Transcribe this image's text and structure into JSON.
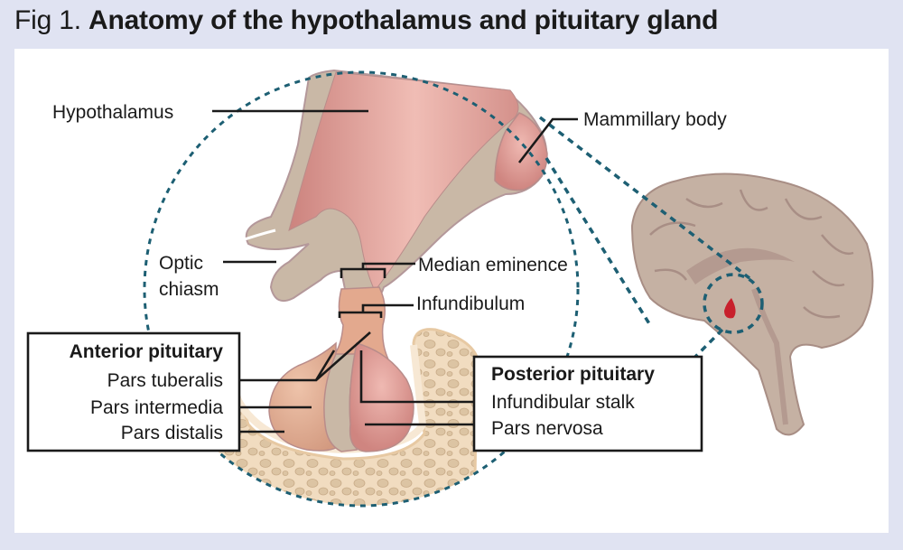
{
  "figure": {
    "number": "Fig 1.",
    "title": "Anatomy of the hypothalamus and pituitary gland"
  },
  "labels": {
    "hypothalamus": "Hypothalamus",
    "mammillary_body": "Mammillary body",
    "optic_chiasm_line1": "Optic",
    "optic_chiasm_line2": "chiasm",
    "median_eminence": "Median eminence",
    "infundibulum": "Infundibulum"
  },
  "anterior_pituitary": {
    "heading": "Anterior pituitary",
    "parts": [
      "Pars tuberalis",
      "Pars intermedia",
      "Pars distalis"
    ]
  },
  "posterior_pituitary": {
    "heading": "Posterior pituitary",
    "parts": [
      "Infundibular stalk",
      "Pars nervosa"
    ]
  },
  "colors": {
    "background": "#e0e3f2",
    "panel": "#ffffff",
    "tissue_pink": "#d98f88",
    "tissue_grey": "#c9b8a6",
    "bone": "#f1d9b8",
    "dotted_outline": "#1d5f73",
    "brain": "#c5b1a3",
    "gland_marker": "#c8202c"
  }
}
